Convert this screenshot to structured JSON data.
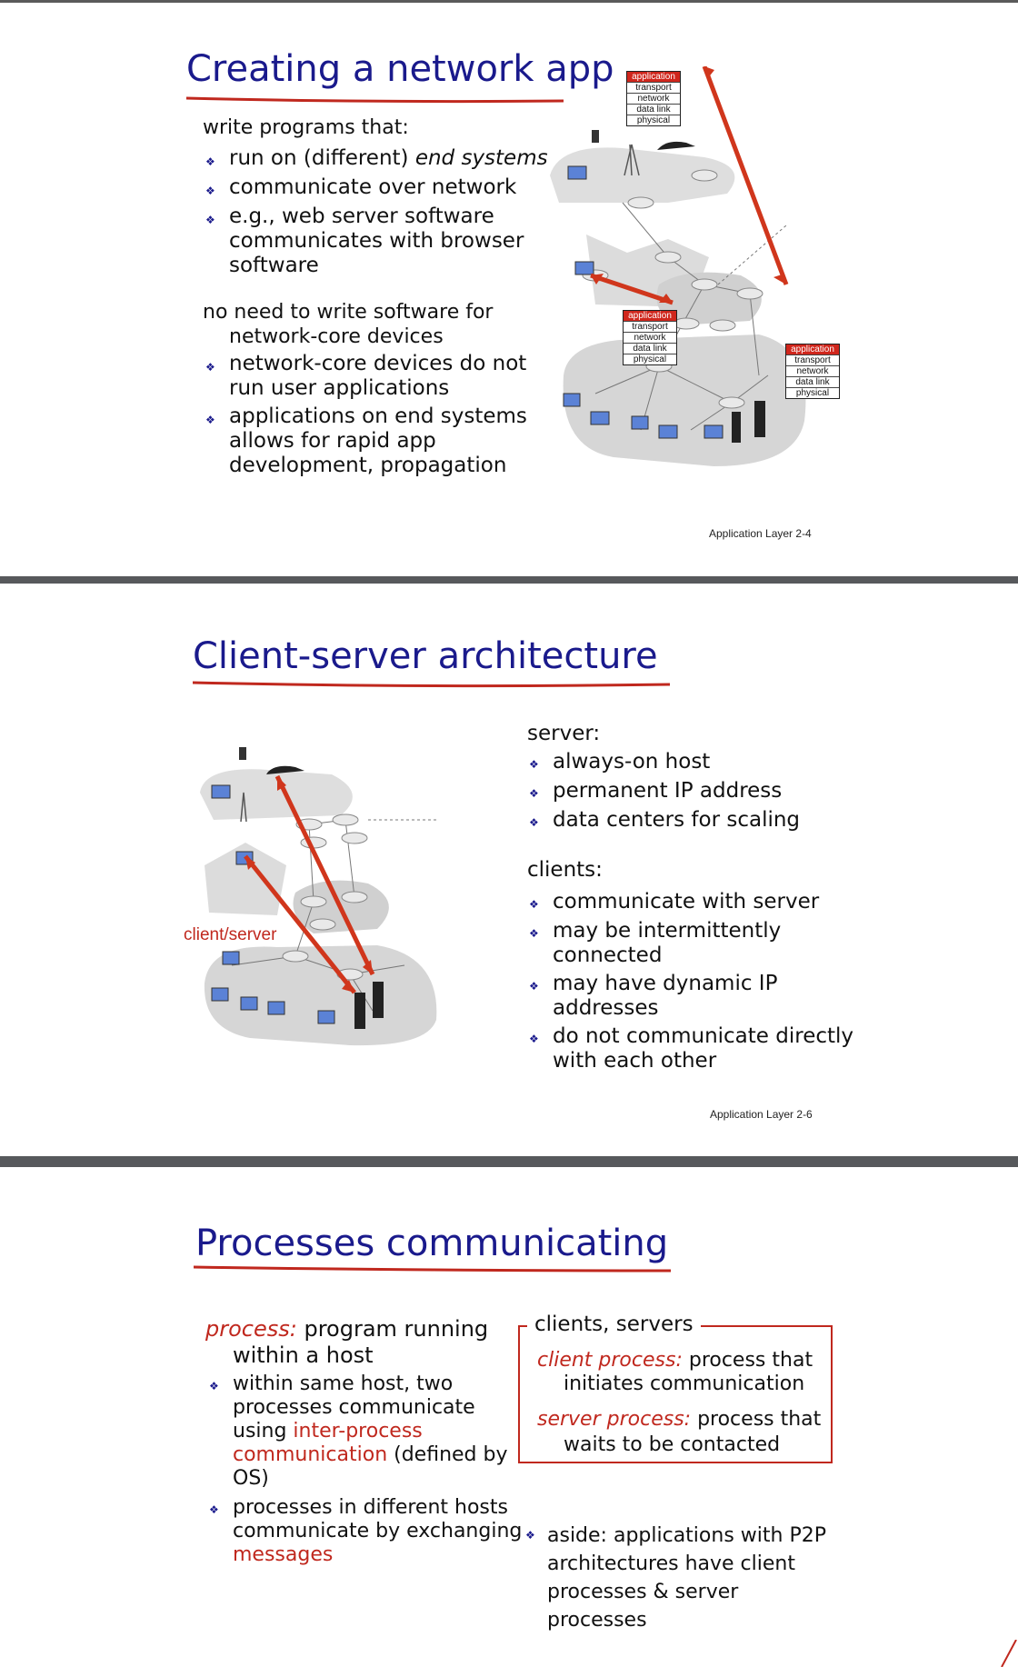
{
  "slide1": {
    "title": "Creating a network app",
    "h1": "write programs that:",
    "bullets_a": [
      {
        "pre": "run on (different) ",
        "em": "end systems"
      },
      {
        "text": "communicate over network"
      },
      {
        "line1": "e.g., web server software",
        "line2": "communicates with browser",
        "line3": "software"
      }
    ],
    "h2_line1": "no need to write software for",
    "h2_line2": "network-core devices",
    "bullets_b": [
      {
        "line1": "network-core devices do not",
        "line2": "run user applications"
      },
      {
        "line1": "applications on end systems",
        "line2": "allows for rapid app",
        "line3": "development, propagation"
      }
    ],
    "stack": [
      "application",
      "transport",
      "network",
      "data link",
      "physical"
    ],
    "footer": "Application Layer 2-4"
  },
  "slide2": {
    "title": "Client-server architecture",
    "server_heading": "server:",
    "server_bullets": [
      "always-on host",
      "permanent IP address",
      "data centers for scaling"
    ],
    "clients_heading": "clients:",
    "client_bullets": [
      {
        "line1": "communicate with server"
      },
      {
        "line1": "may be intermittently",
        "line2": "connected"
      },
      {
        "line1": "may have dynamic IP",
        "line2": "addresses"
      },
      {
        "line1": "do not communicate directly",
        "line2": "with each other"
      }
    ],
    "diagram_label": "client/server",
    "footer": "Application Layer 2-6"
  },
  "slide3": {
    "title": "Processes communicating",
    "process_term": "process:",
    "process_def_line1": " program running",
    "process_def_line2": "within a host",
    "b1": {
      "line1": "within same host, two",
      "line2": "processes communicate",
      "line3_pre": "using ",
      "line3_red": "inter-process",
      "line4_red": "communication",
      "line4_post": " (defined by",
      "line5": "OS)"
    },
    "b2": {
      "line1": "processes in different hosts",
      "line2": "communicate by exchanging",
      "line3_red": "messages"
    },
    "box_label": "clients, servers",
    "client_term": "client process:",
    "client_def_line1": " process that",
    "client_def_line2": "initiates communication",
    "server_term": "server process:",
    "server_def_line1": " process that",
    "server_def_line2": "waits to be contacted",
    "aside": {
      "line1": "aside: applications with P2P",
      "line2": "architectures have client",
      "line3": "processes & server",
      "line4": "processes"
    }
  },
  "colors": {
    "title": "#1a1a8c",
    "accent": "#c0281e",
    "arrow": "#d0361c",
    "background": "#57595c"
  }
}
